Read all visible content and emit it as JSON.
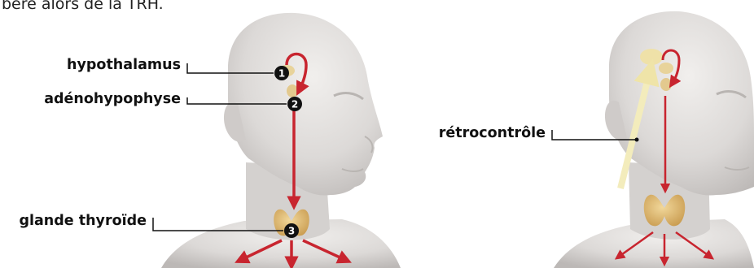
{
  "intro_text": "bère alors de la TRH.",
  "labels": {
    "hypothalamus": "hypothalamus",
    "adenohypophyse": "adénohypophyse",
    "thyroide": "glande thyroïde",
    "retro": "rétrocontrôle"
  },
  "markers": {
    "m1": "1",
    "m2": "2",
    "m3": "3"
  },
  "colors": {
    "arrow": "#c8252f",
    "skin": "#dedbd9",
    "gland": "#d8b26a",
    "feedback": "#f3ecbc",
    "label": "#111111"
  }
}
